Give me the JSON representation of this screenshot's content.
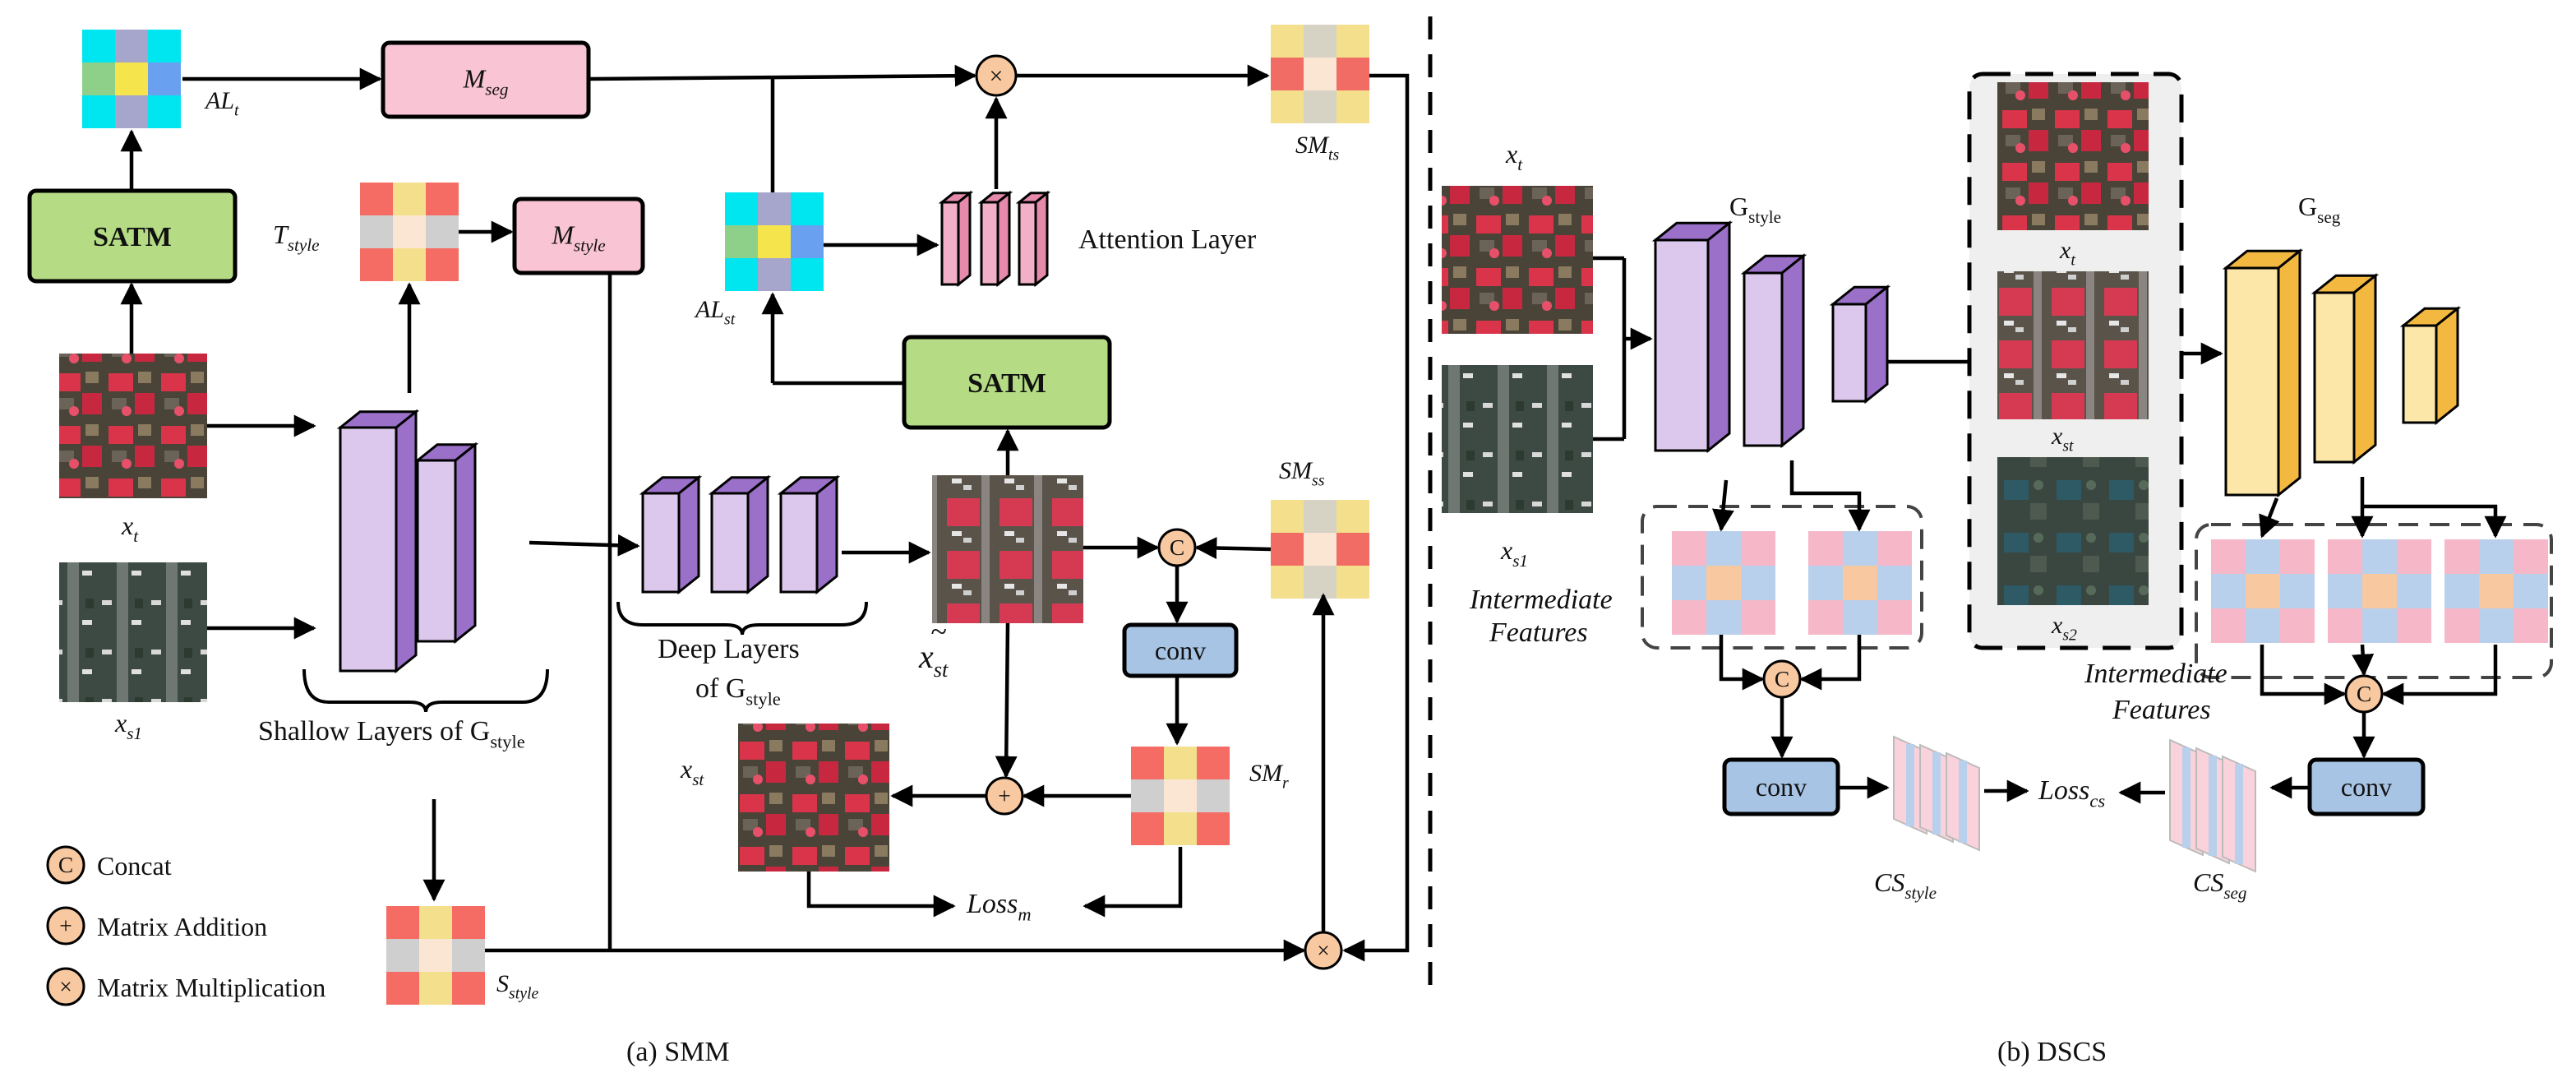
{
  "colors": {
    "satm_fill": "#b5dc84",
    "module_fill": "#f9c4d4",
    "conv_fill": "#a8c4e4",
    "g_style_layer": "#dcc8ec",
    "g_style_layer_top": "#9a70c8",
    "g_seg_layer": "#fde7a8",
    "g_seg_layer_top": "#f2b840",
    "op_circle": "#f8c8a0",
    "line": "#000000"
  },
  "panel_a": {
    "caption": "(a) SMM",
    "satm_top": "SATM",
    "satm_mid": "SATM",
    "m_seg": {
      "base": "M",
      "sub": "seg"
    },
    "m_style": {
      "base": "M",
      "sub": "style"
    },
    "al_t": {
      "base": "AL",
      "sub": "t"
    },
    "al_st": {
      "base": "AL",
      "sub": "st"
    },
    "sm_ts": {
      "base": "SM",
      "sub": "ts"
    },
    "sm_ss": {
      "base": "SM",
      "sub": "ss"
    },
    "sm_r": {
      "base": "SM",
      "sub": "r"
    },
    "t_style": {
      "base": "T",
      "sub": "style"
    },
    "s_style": {
      "base": "S",
      "sub": "style"
    },
    "x_t": {
      "base": "x",
      "sub": "t"
    },
    "x_s1": {
      "base": "x",
      "sub": "s1"
    },
    "x_st": {
      "base": "x",
      "sub": "st"
    },
    "x_tilde_st": {
      "base": "x",
      "sub": "st",
      "tilde": "~"
    },
    "loss_m": {
      "base": "Loss",
      "sub": "m"
    },
    "attention_layer": "Attention Layer",
    "shallow_layers": {
      "base": "Shallow Layers of G",
      "sub": "style"
    },
    "deep_layers_line1": "Deep Layers",
    "deep_layers_line2": {
      "base": "of G",
      "sub": "style"
    },
    "conv": "conv",
    "ops": {
      "concat": "C",
      "add": "+",
      "mult": "×"
    }
  },
  "legend": [
    {
      "symbol": "C",
      "label": "Concat"
    },
    {
      "symbol": "+",
      "label": "Matrix Addition"
    },
    {
      "symbol": "×",
      "label": "Matrix Multiplication"
    }
  ],
  "panel_b": {
    "caption": "(b) DSCS",
    "x_t": {
      "base": "x",
      "sub": "t"
    },
    "x_s1": {
      "base": "x",
      "sub": "s1"
    },
    "x_t2": {
      "base": "x",
      "sub": "t"
    },
    "x_st": {
      "base": "x",
      "sub": "st"
    },
    "x_s2": {
      "base": "x",
      "sub": "s2"
    },
    "g_style": {
      "base": "G",
      "sub": "style"
    },
    "g_seg": {
      "base": "G",
      "sub": "seg"
    },
    "intermediate_left_1": "Intermediate",
    "intermediate_left_2": "Features",
    "intermediate_right_1": "Intermediate",
    "intermediate_right_2": "Features",
    "conv_left": "conv",
    "conv_right": "conv",
    "concat_left": "C",
    "concat_right": "C",
    "cs_style": {
      "base": "CS",
      "sub": "style"
    },
    "cs_seg": {
      "base": "CS",
      "sub": "seg"
    },
    "loss_cs": {
      "base": "Loss",
      "sub": "cs"
    }
  }
}
